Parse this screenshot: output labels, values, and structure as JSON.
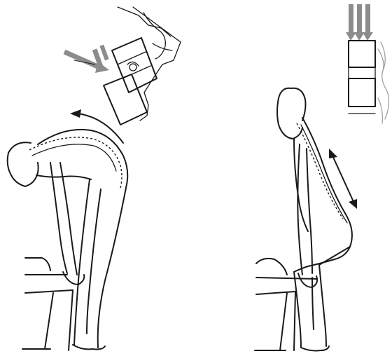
{
  "figure": {
    "panels": [
      {
        "id": "left",
        "posture": "bent-back-lift",
        "inset": "disc-compression-angled"
      },
      {
        "id": "right",
        "posture": "squat-lift-straight-back",
        "inset": "disc-compression-axial"
      }
    ],
    "colors": {
      "ink": "#1a1a1a",
      "force_arrow": "#8c8c8c",
      "background": "#ffffff"
    }
  }
}
